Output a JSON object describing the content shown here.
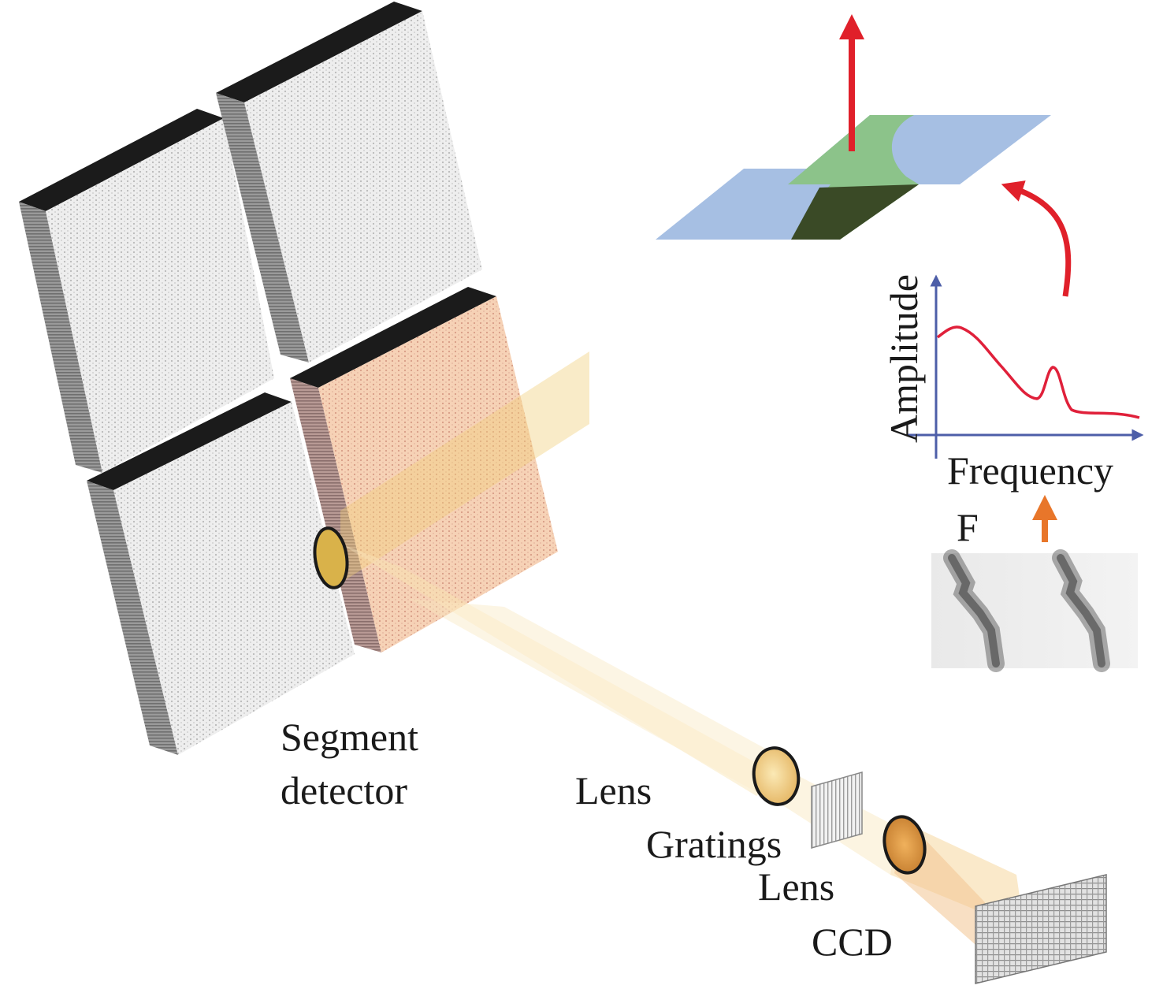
{
  "labels": {
    "segment_line1": "Segment",
    "segment_line2": "detector",
    "lens1": "Lens",
    "gratings": "Gratings",
    "lens2": "Lens",
    "ccd": "CCD",
    "frequency": "Frequency",
    "amplitude": "Amplitude",
    "f": "F"
  },
  "colors": {
    "mirror_face": "#e6e6e6",
    "mirror_side": "#8f8f8f",
    "mirror_top": "#1b1b1b",
    "active_face": "#f4c9a8",
    "active_side": "#a88b84",
    "beam": "#f6d99a",
    "plate_blue": "#a6bfe3",
    "plate_green": "#8cc38a",
    "step_dark": "#3a4a26",
    "arrow_red": "#e0202a",
    "arrow_orange": "#e8762a",
    "axis_blue": "#4d5ea8",
    "spectrum_red": "#e0203a"
  }
}
